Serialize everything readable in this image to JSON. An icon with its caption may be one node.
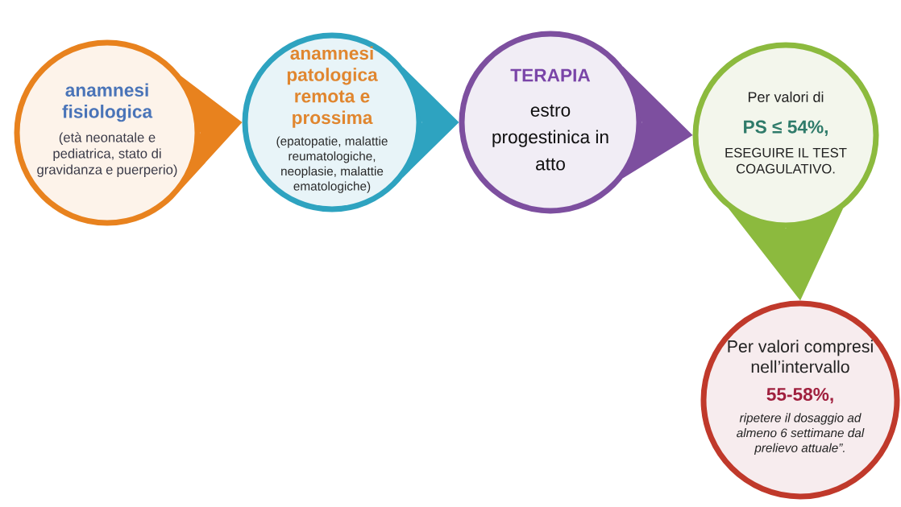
{
  "diagram": {
    "nodes": [
      {
        "text": [
          "anamnesi fisiologica",
          "(età neonatale e pediatrica, stato di gravidanza e puerperio)"
        ]
      },
      {
        "text": [
          "anamnesi patologica remota e prossima",
          "(epatopatie, malattie reumatologiche, neoplasie, malattie ematologiche)"
        ]
      },
      {
        "text": [
          "TERAPIA",
          "estro progestinica in atto"
        ]
      },
      {
        "text": [
          "Per valori di",
          "PS ≤ 54%,",
          "ESEGUIRE IL TEST COAGULATIVO."
        ]
      },
      {
        "text": [
          "Per valori compresi nell’intervallo",
          "55-58%,",
          "ripetere il dosaggio ad almeno 6 settimane dal prelievo attuale”."
        ]
      }
    ],
    "edges": [
      {
        "from": 0,
        "to": 1,
        "arrow": "to",
        "color": "#e8821e"
      },
      {
        "from": 1,
        "to": 2,
        "arrow": "to",
        "color": "#2ea3c0"
      },
      {
        "from": 2,
        "to": 3,
        "arrow": "to",
        "color": "#7d4f9f"
      },
      {
        "from": 3,
        "to": 4,
        "arrow": "to",
        "color": "#8cba3e"
      }
    ]
  }
}
